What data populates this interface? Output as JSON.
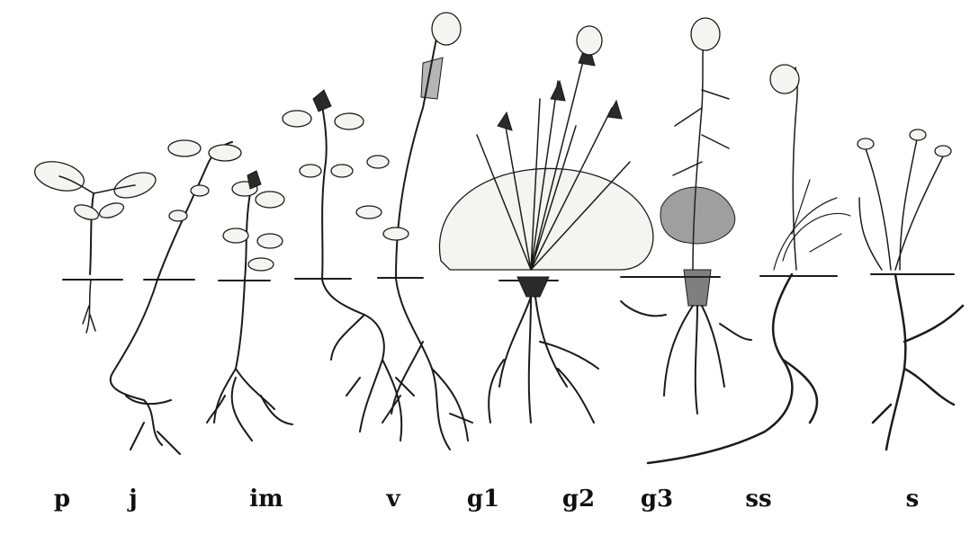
{
  "figure": {
    "stages": [
      {
        "id": "p",
        "label": "p"
      },
      {
        "id": "j",
        "label": "j"
      },
      {
        "id": "im",
        "label": "im"
      },
      {
        "id": "v",
        "label": "v"
      },
      {
        "id": "g1",
        "label": "g1"
      },
      {
        "id": "g2",
        "label": "g2"
      },
      {
        "id": "g3",
        "label": "g3"
      },
      {
        "id": "ss",
        "label": "ss"
      },
      {
        "id": "s",
        "label": "s"
      }
    ]
  }
}
